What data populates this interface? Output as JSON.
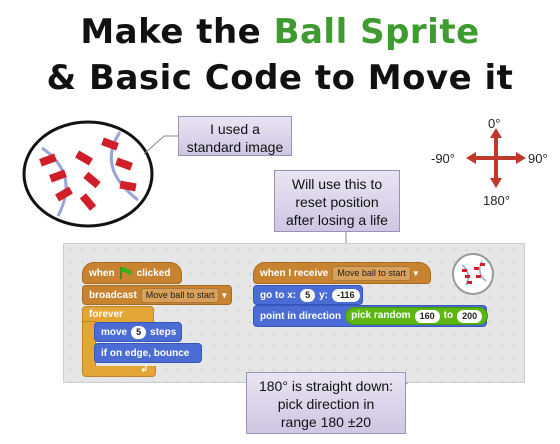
{
  "title": {
    "line1_prefix": "Make the ",
    "line1_highlight": "Ball Sprite",
    "line2": "& Basic Code to Move it"
  },
  "callouts": {
    "standard_image": [
      "I used a",
      "standard image"
    ],
    "reset_position": [
      "Will use this to",
      "reset position",
      "after losing a life"
    ],
    "direction_range": [
      "180° is straight down:",
      "pick direction in",
      "range 180  ±20"
    ]
  },
  "compass": {
    "up": "0°",
    "left": "-90°",
    "right": "90°",
    "down": "180°",
    "arrow_color": "#c0392b"
  },
  "script1": {
    "when_label": "when",
    "clicked_label": "clicked",
    "broadcast_label": "broadcast",
    "broadcast_message": "Move ball to start",
    "forever_label": "forever",
    "move_label": "move",
    "move_steps": "5",
    "steps_label": "steps",
    "bounce_label": "if on edge, bounce"
  },
  "script2": {
    "receive_label": "when I receive",
    "receive_message": "Move ball to start",
    "goto_label": "go to x:",
    "x_value": "5",
    "y_label": "y:",
    "y_value": "-116",
    "point_label": "point in direction",
    "random_label": "pick random",
    "random_min": "160",
    "random_to": "to",
    "random_max": "200"
  },
  "colors": {
    "events": "#c88330",
    "control": "#e3a536",
    "motion": "#4a6cd4",
    "operators": "#5cb712",
    "title_green": "#3d9b2f",
    "stitch_red": "#d11f2a"
  }
}
